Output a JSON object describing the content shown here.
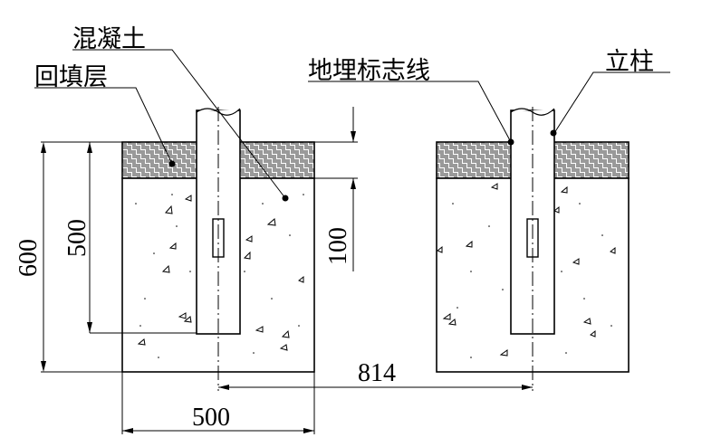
{
  "labels": {
    "concrete": "混凝土",
    "backfill": "回填层",
    "marker_line": "地埋标志线",
    "post": "立柱"
  },
  "dimensions": {
    "total_depth": "600",
    "embed_depth": "500",
    "fill_thickness": "100",
    "post_spacing": "814",
    "foundation_width": "500"
  },
  "colors": {
    "line": "#000000",
    "background": "#ffffff"
  }
}
